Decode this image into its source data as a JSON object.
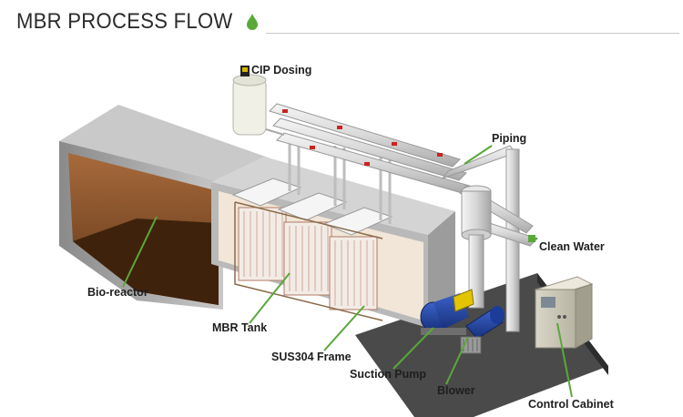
{
  "header": {
    "title": "MBR PROCESS FLOW"
  },
  "diagram": {
    "labels": {
      "cip_dosing": "CIP Dosing",
      "piping": "Piping",
      "clean_water": "Clean Water",
      "bio_reactor": "Bio-reactor",
      "mbr_tank": "MBR Tank",
      "sus304_frame": "SUS304 Frame",
      "suction_pump": "Suction Pump",
      "blower": "Blower",
      "control_cabinet": "Control Cabinet"
    },
    "leader_color": "#5aa83a",
    "accent_color": "#5aa83a"
  }
}
